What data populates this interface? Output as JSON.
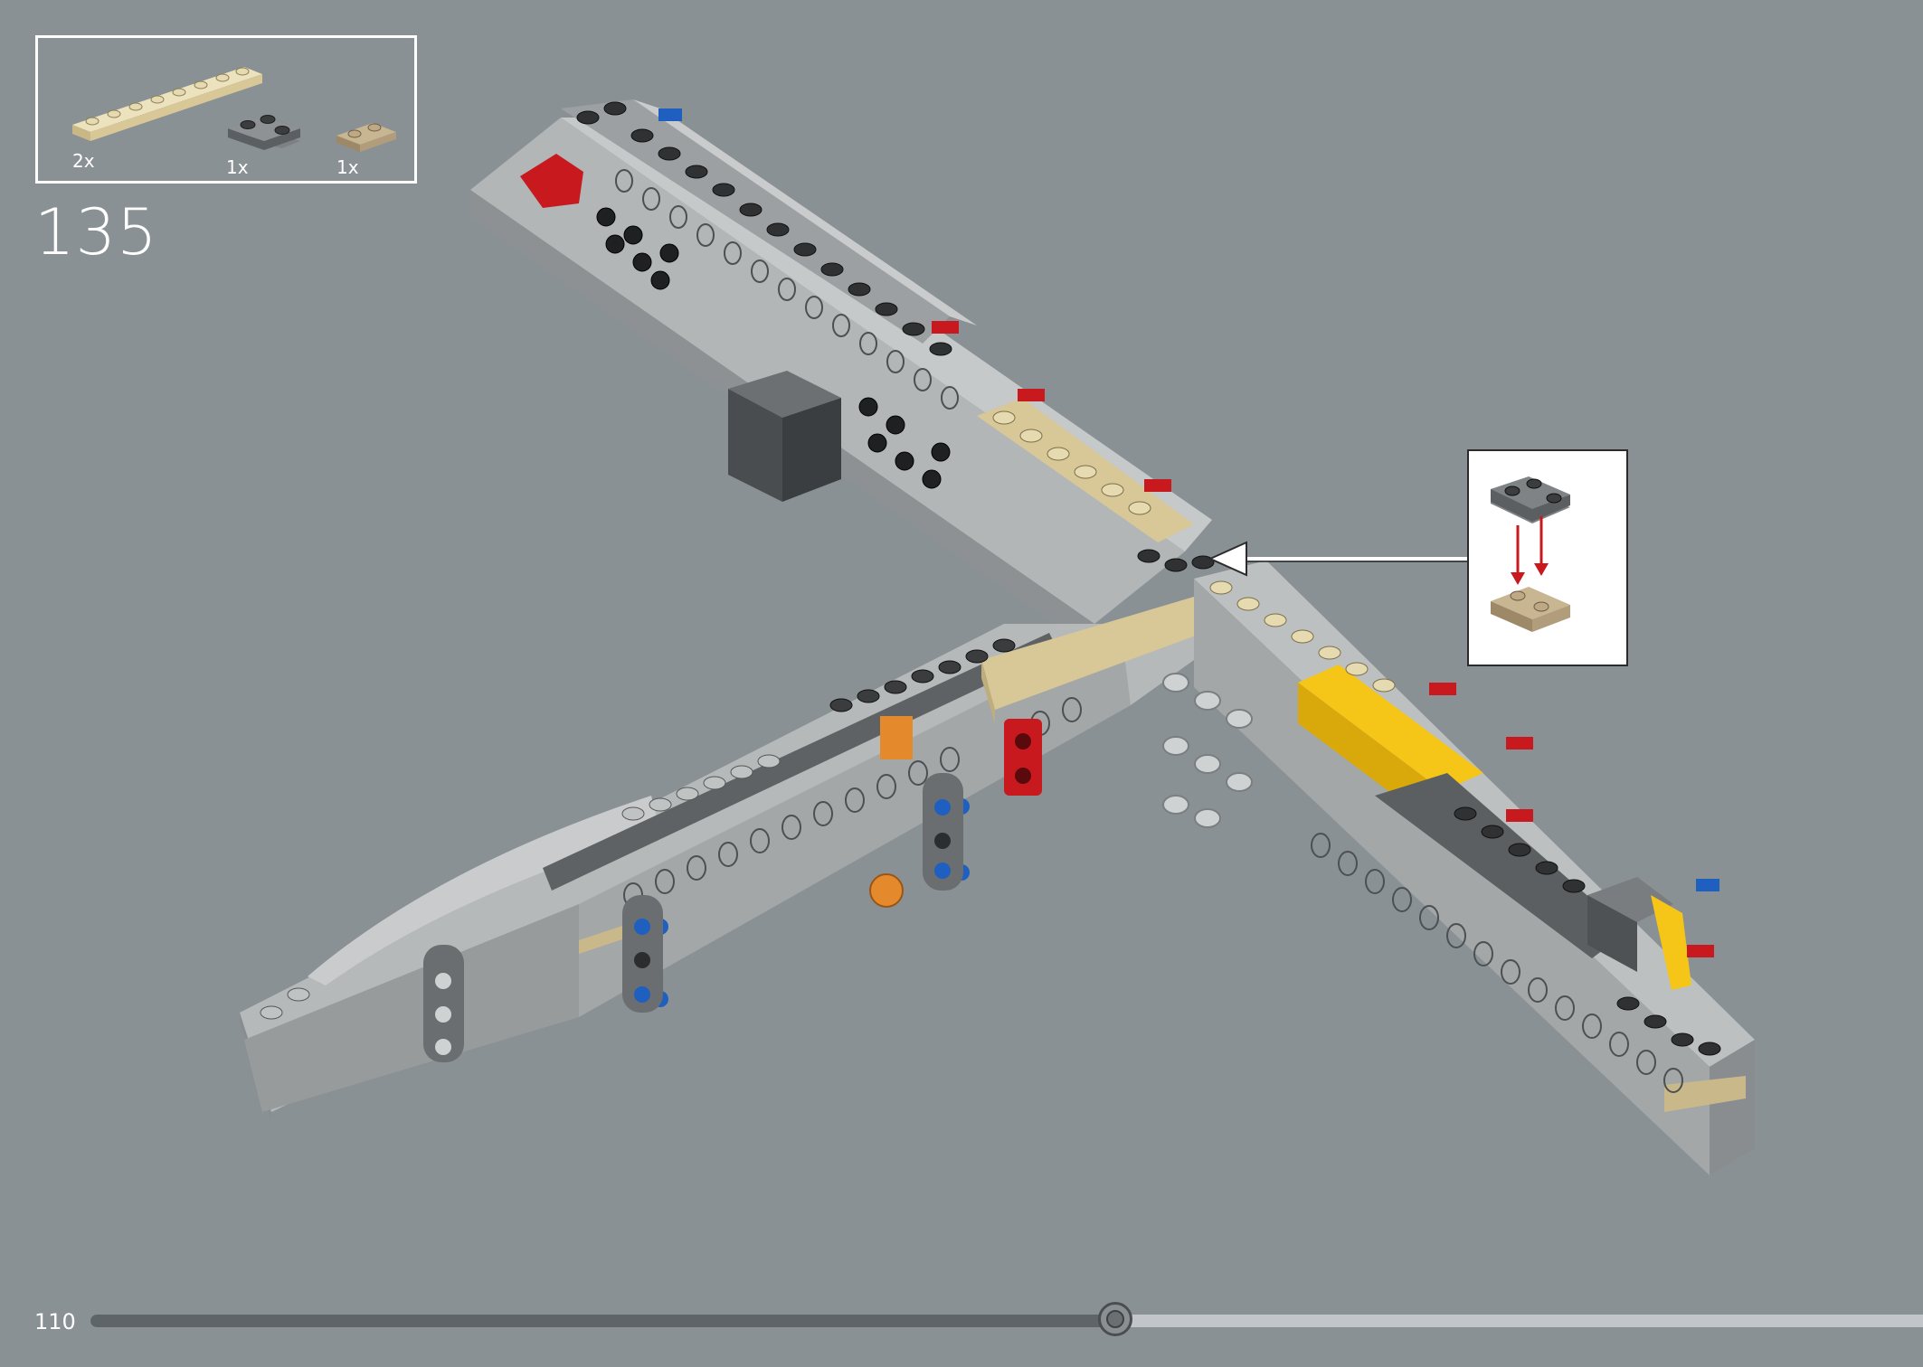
{
  "parts_list": {
    "items": [
      {
        "name": "tan-plate-1x8",
        "quantity": "2x",
        "color": "#d8c797"
      },
      {
        "name": "dark-gray-corner-plate",
        "quantity": "1x",
        "color": "#6b6e70"
      },
      {
        "name": "dark-tan-plate-1x2",
        "quantity": "1x",
        "color": "#b19c7b"
      }
    ]
  },
  "step": {
    "number": "135"
  },
  "page": {
    "number": "110",
    "progress": 0.56
  },
  "colors": {
    "background": "#8a9194",
    "light_gray": "#a9acad",
    "dark_gray": "#5c5f61",
    "tan": "#d8c797",
    "dark_tan": "#b19c7b",
    "yellow": "#f5c518",
    "red": "#c8191e",
    "blue": "#1f5fbf",
    "orange": "#e58a2c",
    "arrow_red": "#c8191e"
  }
}
